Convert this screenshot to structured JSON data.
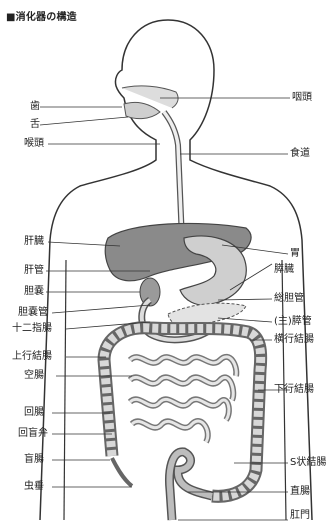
{
  "title": "■消化器の構造",
  "labels_left": {
    "teeth": "歯",
    "tongue": "舌",
    "pharynx": "喉頭",
    "liver": "肝臓",
    "hepatic_duct": "肝管",
    "gallbladder": "胆嚢",
    "cystic_duct": "胆嚢管",
    "duodenum": "十二指腸",
    "ascending_colon": "上行結腸",
    "jejunum": "空腸",
    "ileum": "回腸",
    "ileocecal_valve": "回盲弁",
    "cecum": "盲腸",
    "appendix": "虫垂"
  },
  "labels_right": {
    "pharynx_right": "咽頭",
    "esophagus": "食道",
    "stomach": "胃",
    "pancreas": "膵臓",
    "common_bile_duct": "総胆管",
    "main_pancreatic_duct": "(主)膵管",
    "transverse_colon": "横行結腸",
    "descending_colon": "下行結腸",
    "sigmoid_colon": "S状結腸",
    "rectum": "直腸",
    "anus": "肛門"
  }
}
